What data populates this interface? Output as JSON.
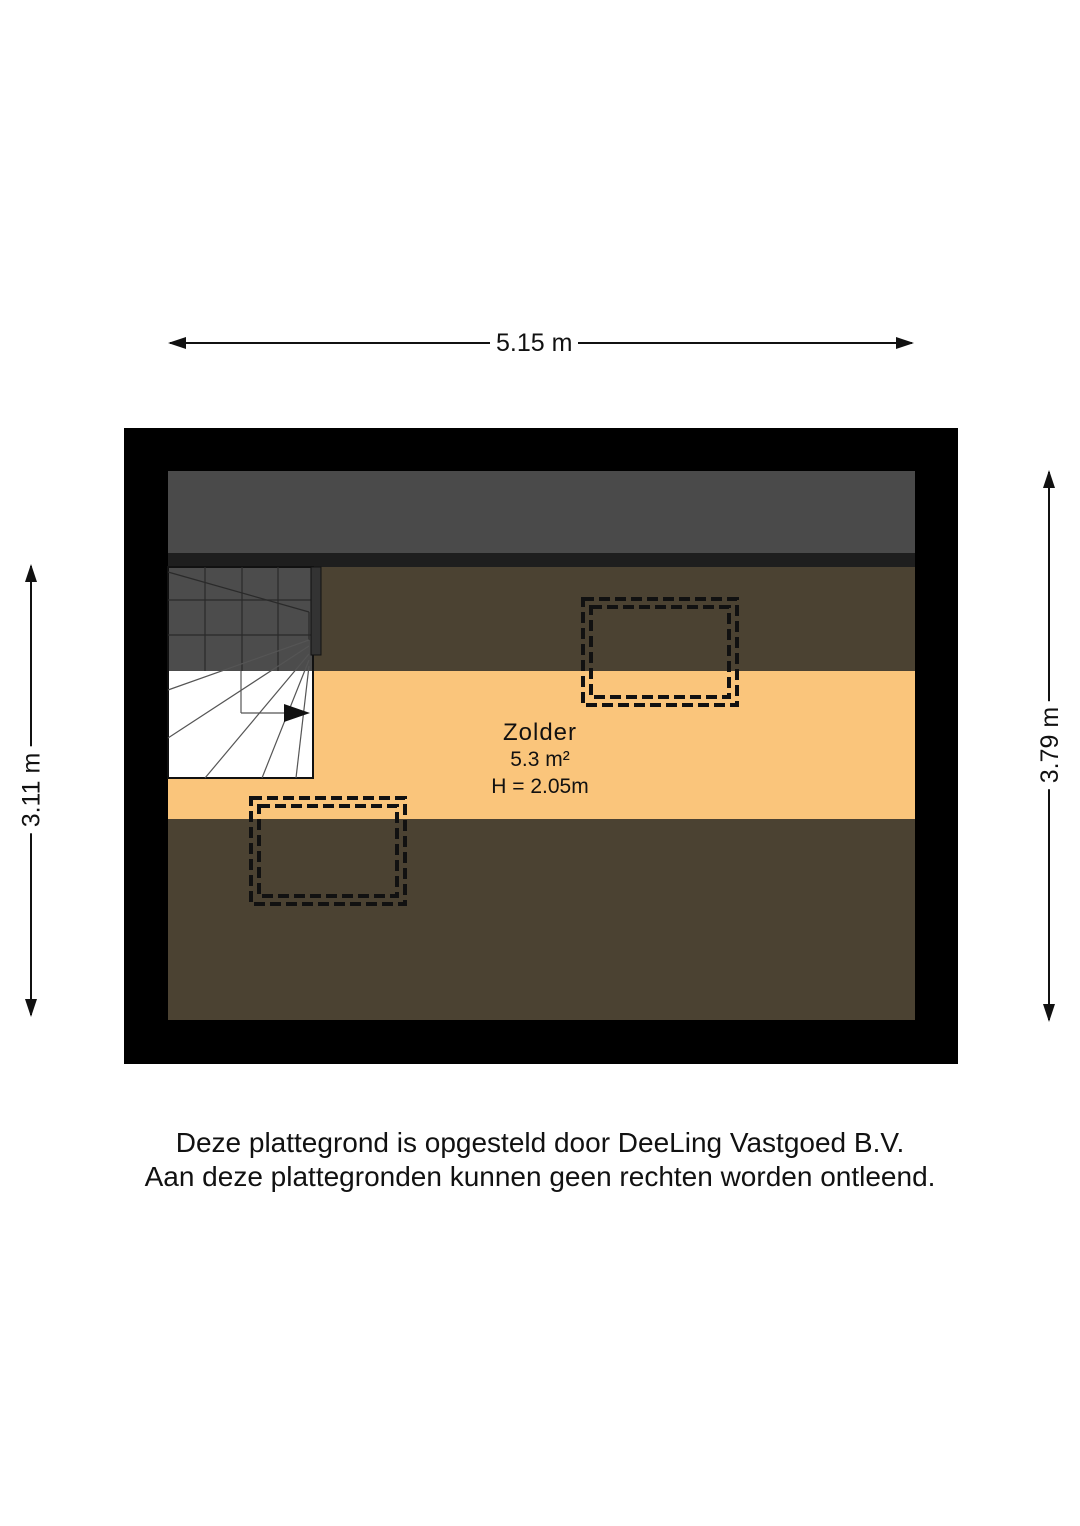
{
  "dimensions": {
    "top_width": "5.15 m",
    "left_height": "3.11 m",
    "right_height": "3.79 m"
  },
  "room": {
    "name": "Zolder",
    "area": "5.3 m²",
    "height": "H = 2.05m"
  },
  "disclaimer": {
    "line1": "Deze plattegrond is opgesteld door DeeLing Vastgoed B.V.",
    "line2": "Aan deze plattegronden kunnen geen rechten worden ontleend."
  },
  "colors": {
    "wall": "#000000",
    "roof_band": "#4a4a4a",
    "low_ceiling": "#4b4232",
    "usable_floor": "#fac57b",
    "stairs_dark": "#4c4c4c",
    "stairs_light": "#ffffff"
  }
}
